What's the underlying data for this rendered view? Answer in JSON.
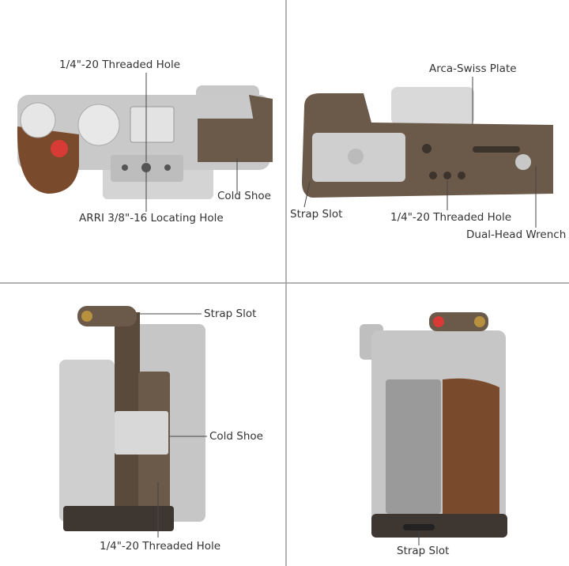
{
  "panels": {
    "top_view": {
      "labels": {
        "threaded_hole": "1/4\"-20 Threaded Hole",
        "cold_shoe": "Cold Shoe",
        "arri_hole": "ARRI 3/8\"-16 Locating Hole"
      }
    },
    "bottom_view": {
      "labels": {
        "arca_plate": "Arca-Swiss Plate",
        "strap_slot": "Strap Slot",
        "threaded_hole": "1/4\"-20 Threaded Hole",
        "wrench": "Dual-Head Wrench"
      }
    },
    "left_side_view": {
      "labels": {
        "strap_slot": "Strap Slot",
        "cold_shoe": "Cold Shoe",
        "threaded_hole": "1/4\"-20 Threaded Hole"
      }
    },
    "right_side_view": {
      "labels": {
        "strap_slot": "Strap Slot"
      }
    }
  },
  "colors": {
    "divider": "#9a9a9a",
    "camera_silver": "#c9c9c9",
    "cage_bronze": "#6b5a4a",
    "wood": "#7a4a2c",
    "accent_red": "#d83a35"
  }
}
